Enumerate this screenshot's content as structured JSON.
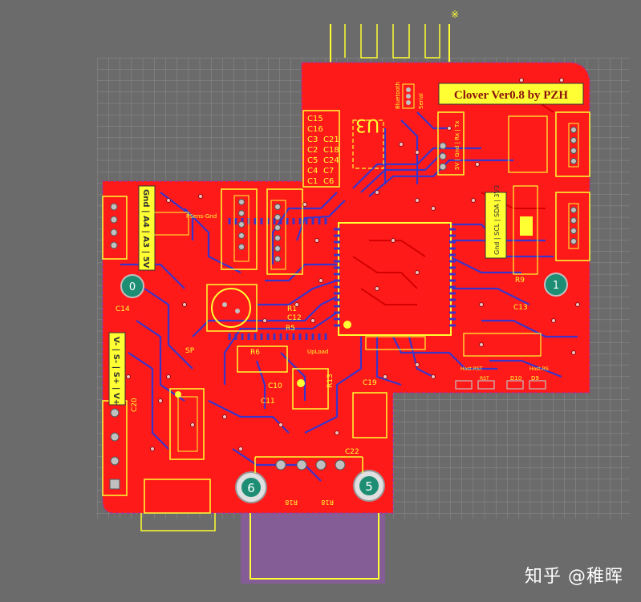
{
  "colors": {
    "background": "#6b6b6b",
    "grid": "#9a9a9a",
    "copper": "#ff0000",
    "trace_bottom": "#3a35c8",
    "silkscreen": "#ffff33",
    "pad": "#c0c0c0",
    "mount_hole": "#1d8e74",
    "keepout": "#a8368c"
  },
  "board": {
    "title": "Clover Ver0.8  by  PZH",
    "labels": {
      "u3": "U3",
      "bluetooth": "Bluetooth",
      "serial": "Serial",
      "uart": "5V | Gnd | Rx | Tx",
      "i2c": "Gnd | SCL | SDA | 3V3",
      "analog": "Gnd | A4 | A3 | 5V",
      "servo": "V- | S- | S+ | V+",
      "psensor": "PSens-Gnd",
      "upload": "UpLoad",
      "reset_label": "Host-RST",
      "reset_label2": "Host-RS",
      "rst": "RST"
    },
    "caps": [
      "C15",
      "C16",
      "C3",
      "C2",
      "C5",
      "C4",
      "C1",
      "C21",
      "C18",
      "C24",
      "C7",
      "C6"
    ],
    "parts": {
      "c14": "C14",
      "c20": "C20",
      "c10": "C10",
      "c11": "C11",
      "c19": "C19",
      "c22": "C22",
      "c12": "C12",
      "c13": "C13",
      "r1": "R1",
      "r5": "R5",
      "r6": "R6",
      "r13": "R13",
      "r9": "R9",
      "r18a": "R18",
      "r18b": "R18",
      "d10": "D10",
      "d9": "D9",
      "sp": "SP"
    },
    "mount_holes": [
      "0",
      "1",
      "6",
      "5"
    ],
    "marker": "※"
  },
  "watermark": "知乎 @稚晖"
}
